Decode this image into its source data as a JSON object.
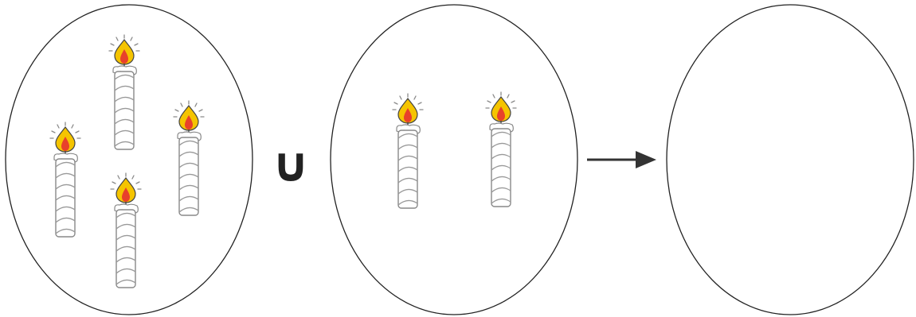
{
  "diagram": {
    "operator_symbol": "∪",
    "sets": [
      {
        "name": "left-set",
        "candle_count": 4
      },
      {
        "name": "middle-set",
        "candle_count": 2
      },
      {
        "name": "result-set",
        "candle_count": 0
      }
    ],
    "colors": {
      "outline": "#222222",
      "flame_outer": "#f5c400",
      "flame_inner": "#e8412b",
      "candle_stroke": "#7a7a7a",
      "candle_body": "#ffffff"
    }
  }
}
